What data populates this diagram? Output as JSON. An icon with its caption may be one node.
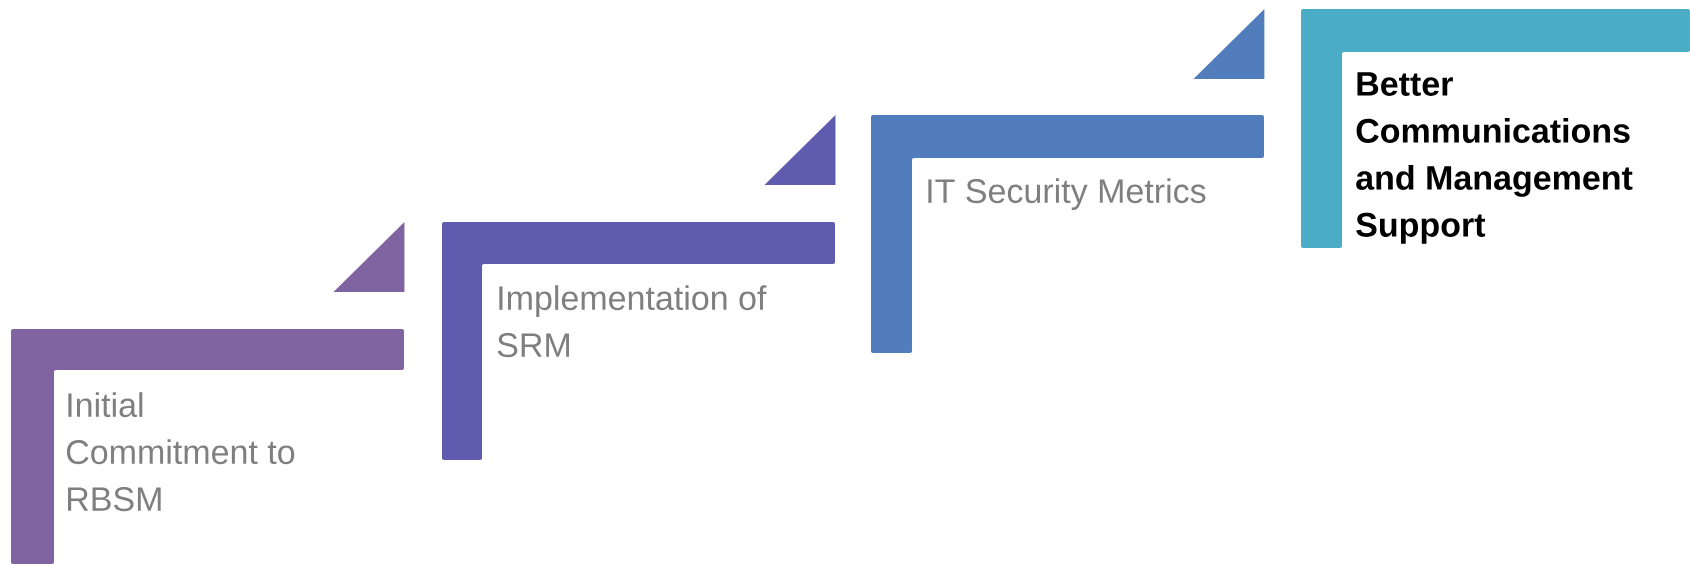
{
  "diagram": {
    "nodes": [
      {
        "text": [
          "Initial Commitment to RBSM"
        ]
      },
      {
        "text": [
          "Implementation of SRM"
        ]
      },
      {
        "text": [
          "IT Security Metrics"
        ]
      },
      {
        "text": [
          "Better Communications and Management Support"
        ]
      }
    ]
  }
}
